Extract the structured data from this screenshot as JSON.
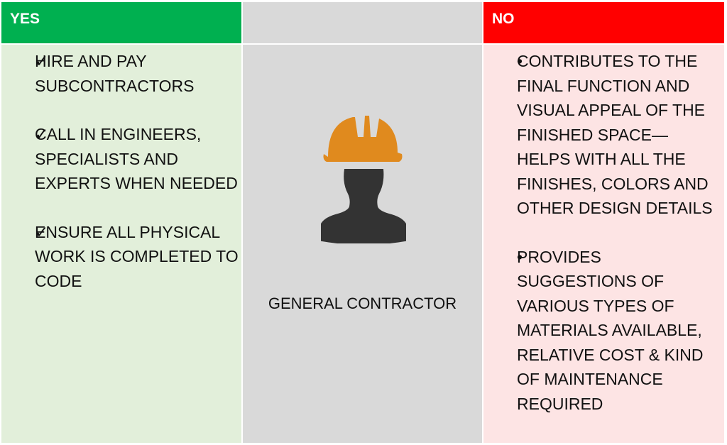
{
  "header": {
    "yes_label": "YES",
    "no_label": "NO",
    "yes_color": "#00b050",
    "no_color": "#ff0000"
  },
  "yes_column": {
    "marker": "✓",
    "items": [
      {
        "text": "HIRE AND PAY SUBCONTRACTORS"
      },
      {
        "text": "CALL IN ENGINEERS, SPECIALISTS AND EXPERTS WHEN NEEDED"
      },
      {
        "text": "ENSURE ALL PHYSICAL WORK IS COMPLETED TO CODE"
      }
    ]
  },
  "middle_column": {
    "icon": "construction-worker-hard-hat-icon",
    "label": "GENERAL CONTRACTOR",
    "helmet_color": "#e08a1e",
    "figure_color": "#333333"
  },
  "no_column": {
    "marker": "•",
    "items": [
      {
        "text": "CONTRIBUTES TO THE FINAL FUNCTION AND VISUAL APPEAL OF THE FINISHED SPACE— HELPS WITH ALL THE FINISHES, COLORS AND OTHER DESIGN DETAILS"
      },
      {
        "text": "PROVIDES SUGGESTIONS OF VARIOUS TYPES OF MATERIALS AVAILABLE, RELATIVE COST & KIND OF MAINTENANCE REQUIRED"
      }
    ]
  }
}
